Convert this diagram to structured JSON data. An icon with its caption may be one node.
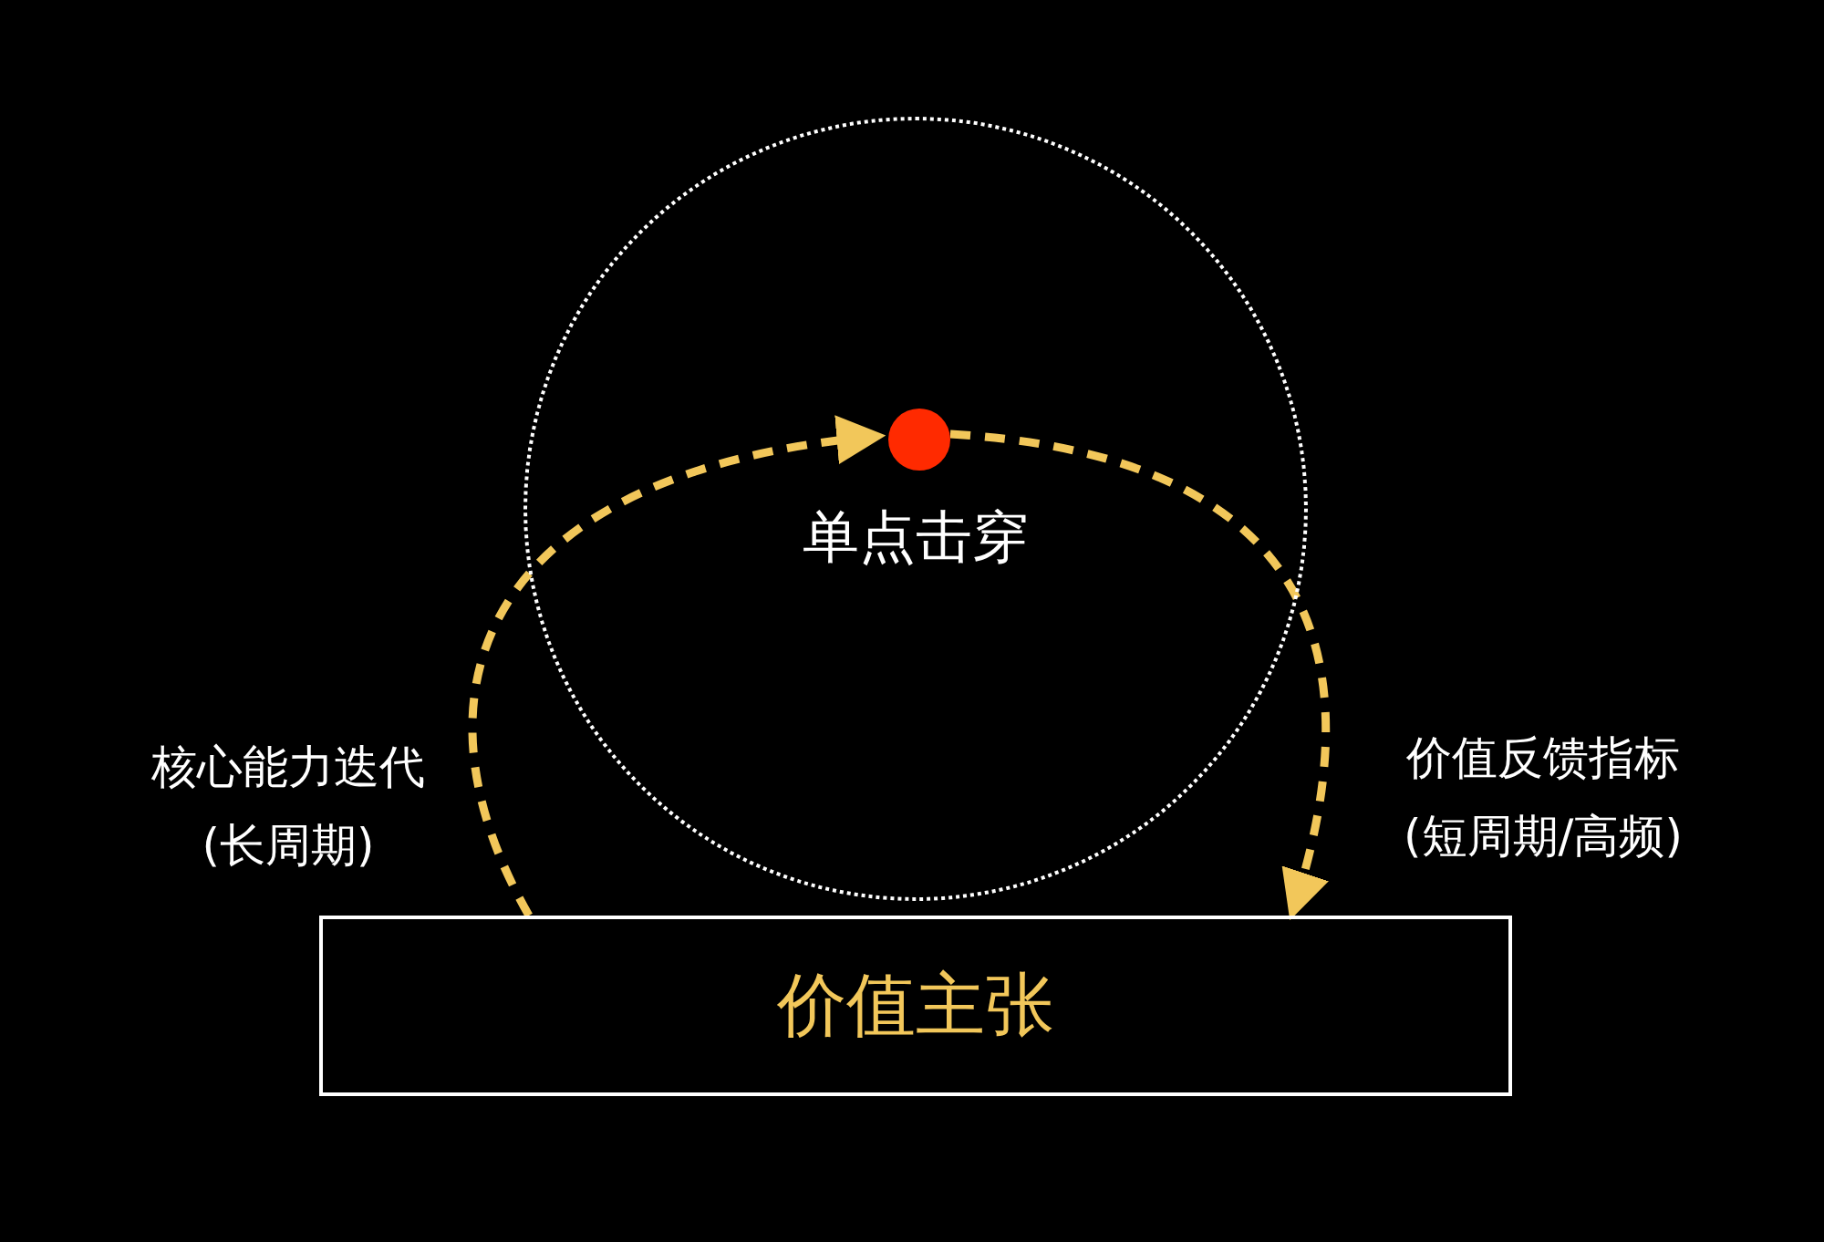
{
  "diagram": {
    "nodes": [
      {
        "text": [
          "单点击穿"
        ]
      },
      {
        "text": [],
        "shape": "circle",
        "in": 0
      },
      {
        "text": [
          "价值主张"
        ]
      }
    ],
    "edges": [
      {
        "from": 2,
        "to": 1,
        "arrow": "to",
        "label": "核心能力迭代 (长周期)",
        "style": "dashed"
      },
      {
        "from": 1,
        "to": 2,
        "arrow": "to",
        "label": "价值反馈指标 (短周期/高频)",
        "style": "dashed"
      }
    ]
  }
}
